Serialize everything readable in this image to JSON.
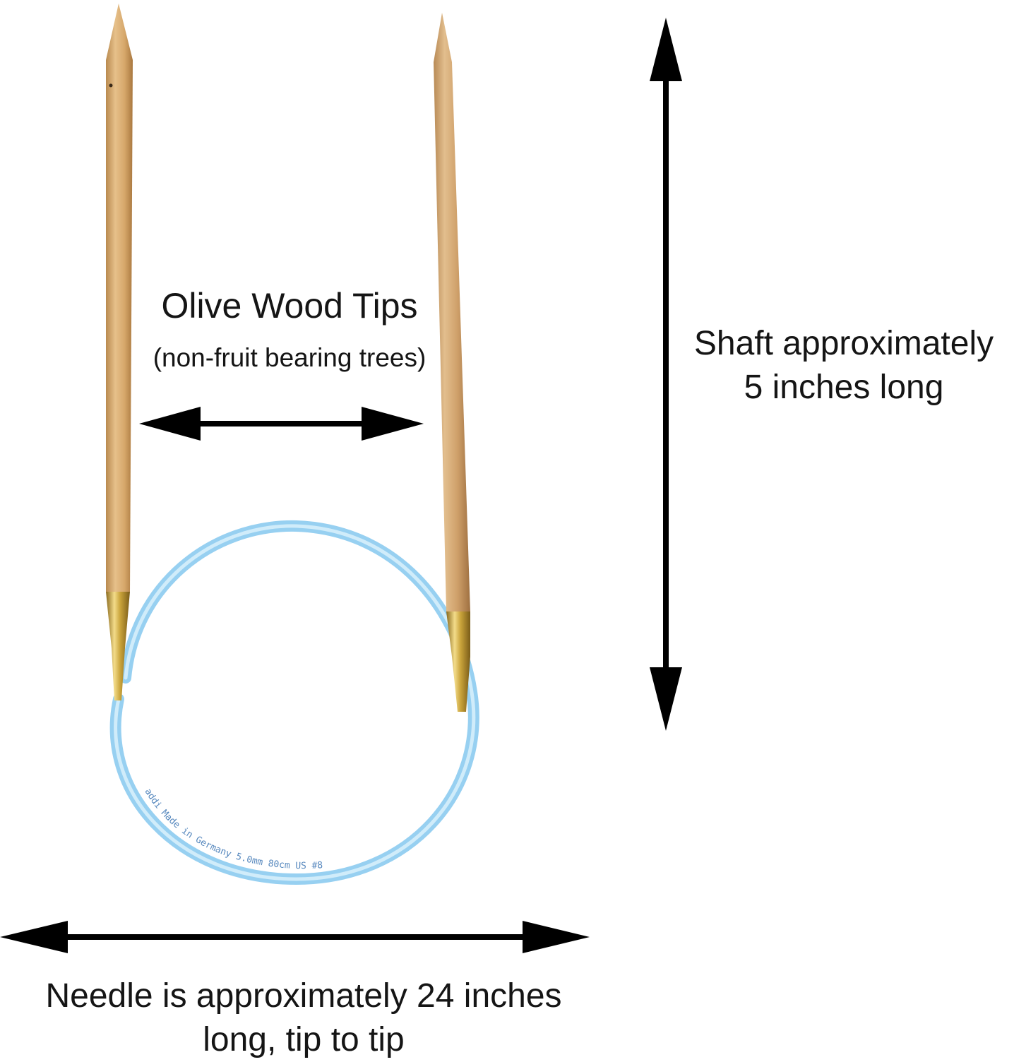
{
  "labels": {
    "tips_title": "Olive Wood Tips",
    "tips_subtitle": "(non-fruit bearing trees)",
    "shaft_line1": "Shaft approximately",
    "shaft_line2": "5 inches long",
    "needle_line1": "Needle is approximately 24 inches",
    "needle_line2": "long, tip to tip"
  },
  "cable_print": "addi Made in Germany 5.0mm 80cm US #8",
  "colors": {
    "wood": "#d9ad72",
    "brass": "#c9a33a",
    "cable": "#8ccbef",
    "arrow": "#000000"
  }
}
